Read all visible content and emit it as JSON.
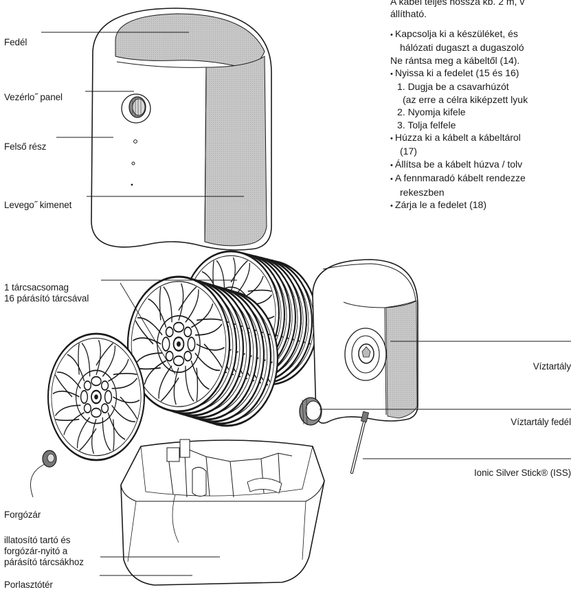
{
  "instructions": {
    "lines": [
      {
        "kind": "plain",
        "text": "A kábel teljes hossza kb. 2 m, v"
      },
      {
        "kind": "plain",
        "text": "állítható."
      },
      {
        "kind": "gap",
        "text": ""
      },
      {
        "kind": "bullet",
        "text": "Kapcsolja ki a készüléket, és"
      },
      {
        "kind": "cont",
        "text": "hálózati dugaszt a dugaszoló"
      },
      {
        "kind": "plain",
        "text": "Ne rántsa meg a kábeltől (14)."
      },
      {
        "kind": "bullet",
        "text": "Nyissa ki a fedelet (15 és 16)"
      },
      {
        "kind": "num",
        "text": "1.  Dugja be a csavarhúzót"
      },
      {
        "kind": "sub",
        "text": "(az erre a célra kiképzett lyuk"
      },
      {
        "kind": "num",
        "text": "2.  Nyomja kifele"
      },
      {
        "kind": "num",
        "text": "3.  Tolja felfele"
      },
      {
        "kind": "bullet",
        "text": "Húzza ki a kábelt a kábeltárol"
      },
      {
        "kind": "cont",
        "text": "(17)"
      },
      {
        "kind": "bullet",
        "text": "Állítsa be a kábelt húzva / tolv"
      },
      {
        "kind": "bullet",
        "text": "A fennmaradó kábelt rendezze"
      },
      {
        "kind": "cont",
        "text": "rekeszben"
      },
      {
        "kind": "bullet",
        "text": "Zárja le a fedelet (18)"
      }
    ]
  },
  "labels": {
    "cover": "Fedél",
    "control_panel": "Vezérlo˝ panel",
    "top_part": "Felső rész",
    "air_outlet": "Levego˝ kimenet",
    "disc_pack_line1": "1 tárcsacsomag",
    "disc_pack_line2": "16 párásító tárcsával",
    "rotary_lock": "Forgózár",
    "holder_line1": "illatosító tartó és",
    "holder_line2": "forgózár-nyitó a",
    "holder_line3": "párásító tárcsákhoz",
    "atomizer": "Porlasztótér",
    "water_tank": "Víztartály",
    "water_tank_lid": "Víztartály fedél",
    "ionic_stick": "Ionic Silver Stick® (ISS)"
  }
}
